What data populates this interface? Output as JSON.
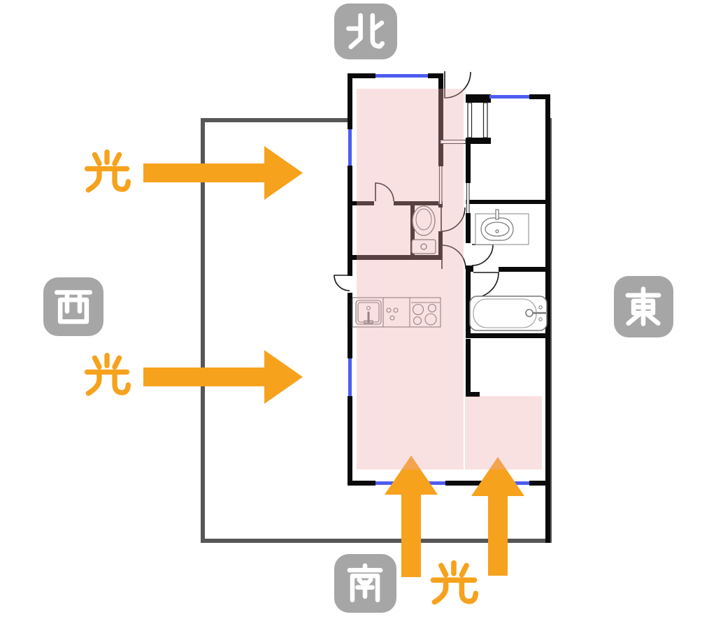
{
  "diagram": {
    "type": "floor-plan-sunlight-diagram",
    "compass": {
      "north": {
        "label": "北"
      },
      "west": {
        "label": "西"
      },
      "east": {
        "label": "東"
      },
      "south": {
        "label": "南"
      }
    },
    "light_annotations": {
      "west_upper": {
        "label": "光",
        "direction": "east"
      },
      "west_lower": {
        "label": "光",
        "direction": "east"
      },
      "south": {
        "label": "光",
        "direction": "north"
      }
    },
    "floor_plan": {
      "fixtures": [
        "entrance-door",
        "closet",
        "toilet",
        "washbasin",
        "bathtub",
        "kitchen-counter"
      ],
      "sunlit_area": "L-shaped highlighted living/dining/kitchen zone"
    },
    "colors": {
      "light_arrow_orange": "#F6A21D",
      "compass_label_gray": "#A6A6A6",
      "window_blue": "#4D5CF0",
      "sunlight_overlay_pink": "rgba(240,170,170,0.35)",
      "site_boundary_gray": "#575757",
      "wall_black": "#0A0A0A"
    }
  }
}
